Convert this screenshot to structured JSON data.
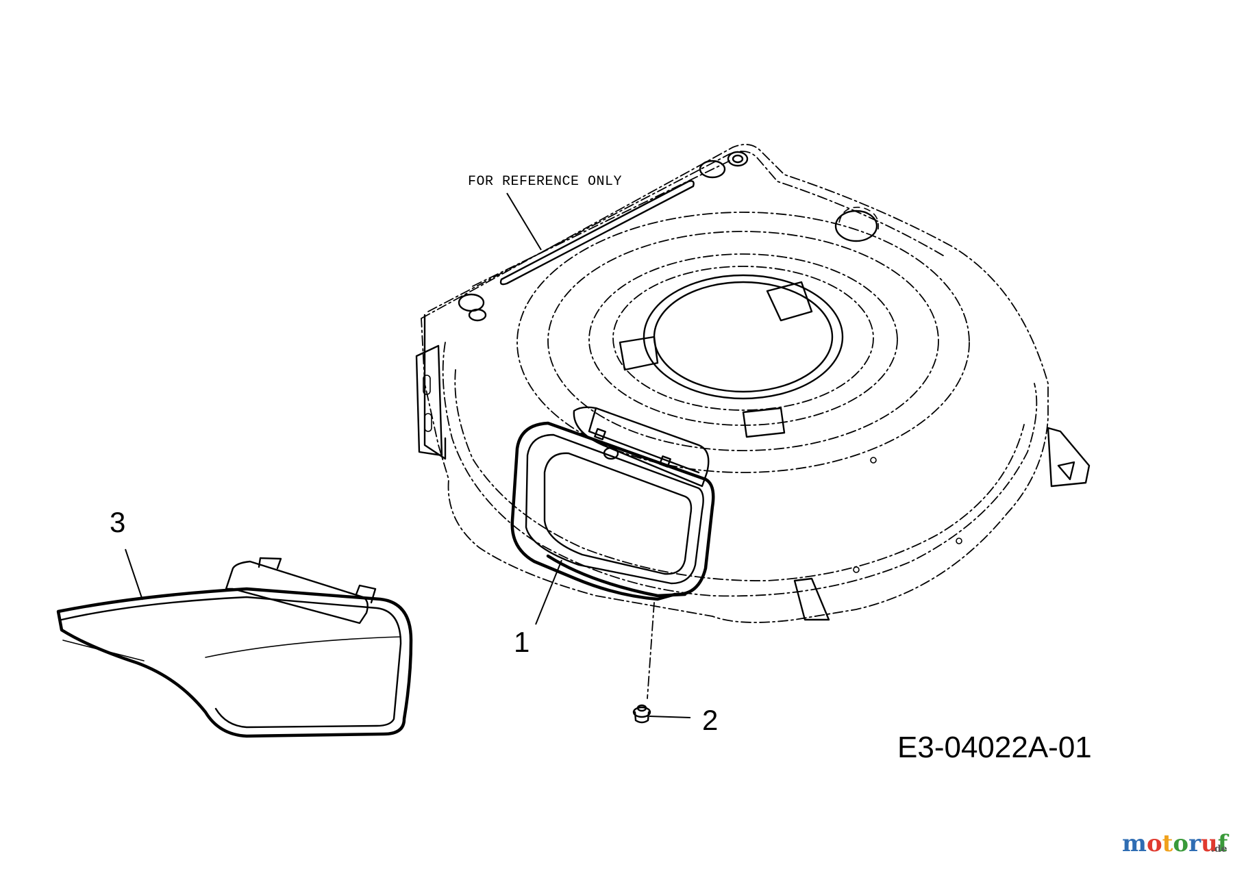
{
  "diagram": {
    "reference_note": "FOR REFERENCE ONLY",
    "callouts": [
      {
        "id": "1",
        "text": "1"
      },
      {
        "id": "2",
        "text": "2"
      },
      {
        "id": "3",
        "text": "3"
      }
    ],
    "drawing_code": "E3-04022A-01"
  },
  "watermark": {
    "letters": [
      "m",
      "o",
      "t",
      "o",
      "r",
      "u",
      "f"
    ],
    "letter_colors": [
      "#2f6db3",
      "#e03a2f",
      "#f0a11c",
      "#3a9a3a",
      "#2f6db3",
      "#e03a2f",
      "#3a9a3a"
    ],
    "suffix": ".de"
  }
}
